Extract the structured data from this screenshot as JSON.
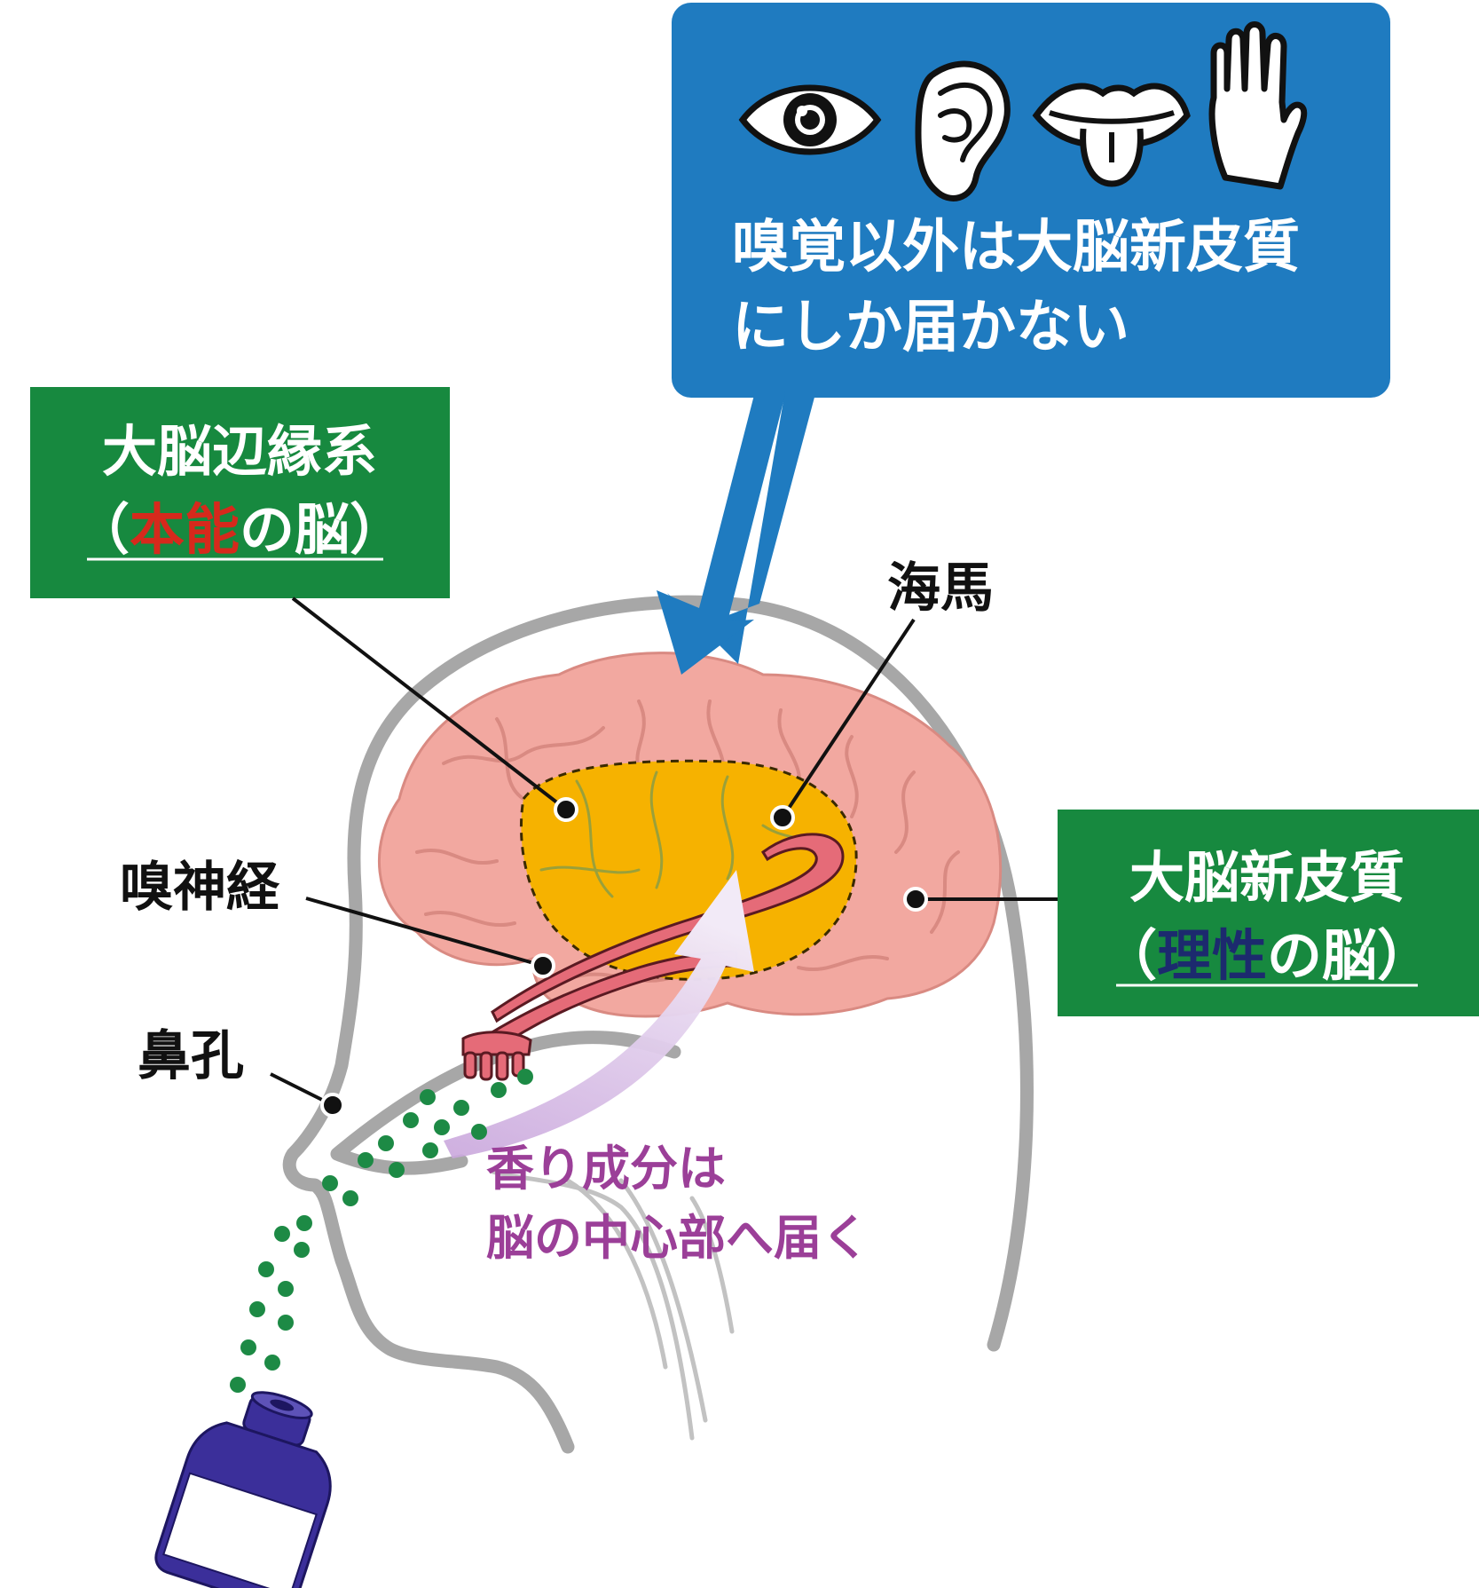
{
  "colors": {
    "blue_box": "#1f7bc0",
    "green_box": "#17893f",
    "brain": "#f2a8a0",
    "brain_folds": "#d98a82",
    "limbic": "#f6b200",
    "head_outline": "#a7a7a7",
    "instinct_red": "#d6291c",
    "reason_navy": "#1c2a6e",
    "purple_text": "#9b3f98",
    "scent_dots": "#1d8a45",
    "bottle": "#3b2f9a"
  },
  "senses": {
    "icons": [
      "eye-icon",
      "ear-icon",
      "mouth-tongue-icon",
      "hand-icon"
    ],
    "caption_line1": "嗅覚以外は大脳新皮質",
    "caption_line2": "にしか届かない"
  },
  "limbic_box": {
    "title": "大脳辺縁系",
    "paren_open": "（",
    "highlight": "本能",
    "suffix": "の脳",
    "paren_close": "）"
  },
  "neocortex_box": {
    "title": "大脳新皮質",
    "paren_open": "（",
    "highlight": "理性",
    "suffix": "の脳",
    "paren_close": "）"
  },
  "labels": {
    "hippocampus": "海馬",
    "olfactory_nerve": "嗅神経",
    "nostril": "鼻孔"
  },
  "scent_caption": {
    "line1": "香り成分は",
    "line2": "脳の中心部へ届く"
  }
}
